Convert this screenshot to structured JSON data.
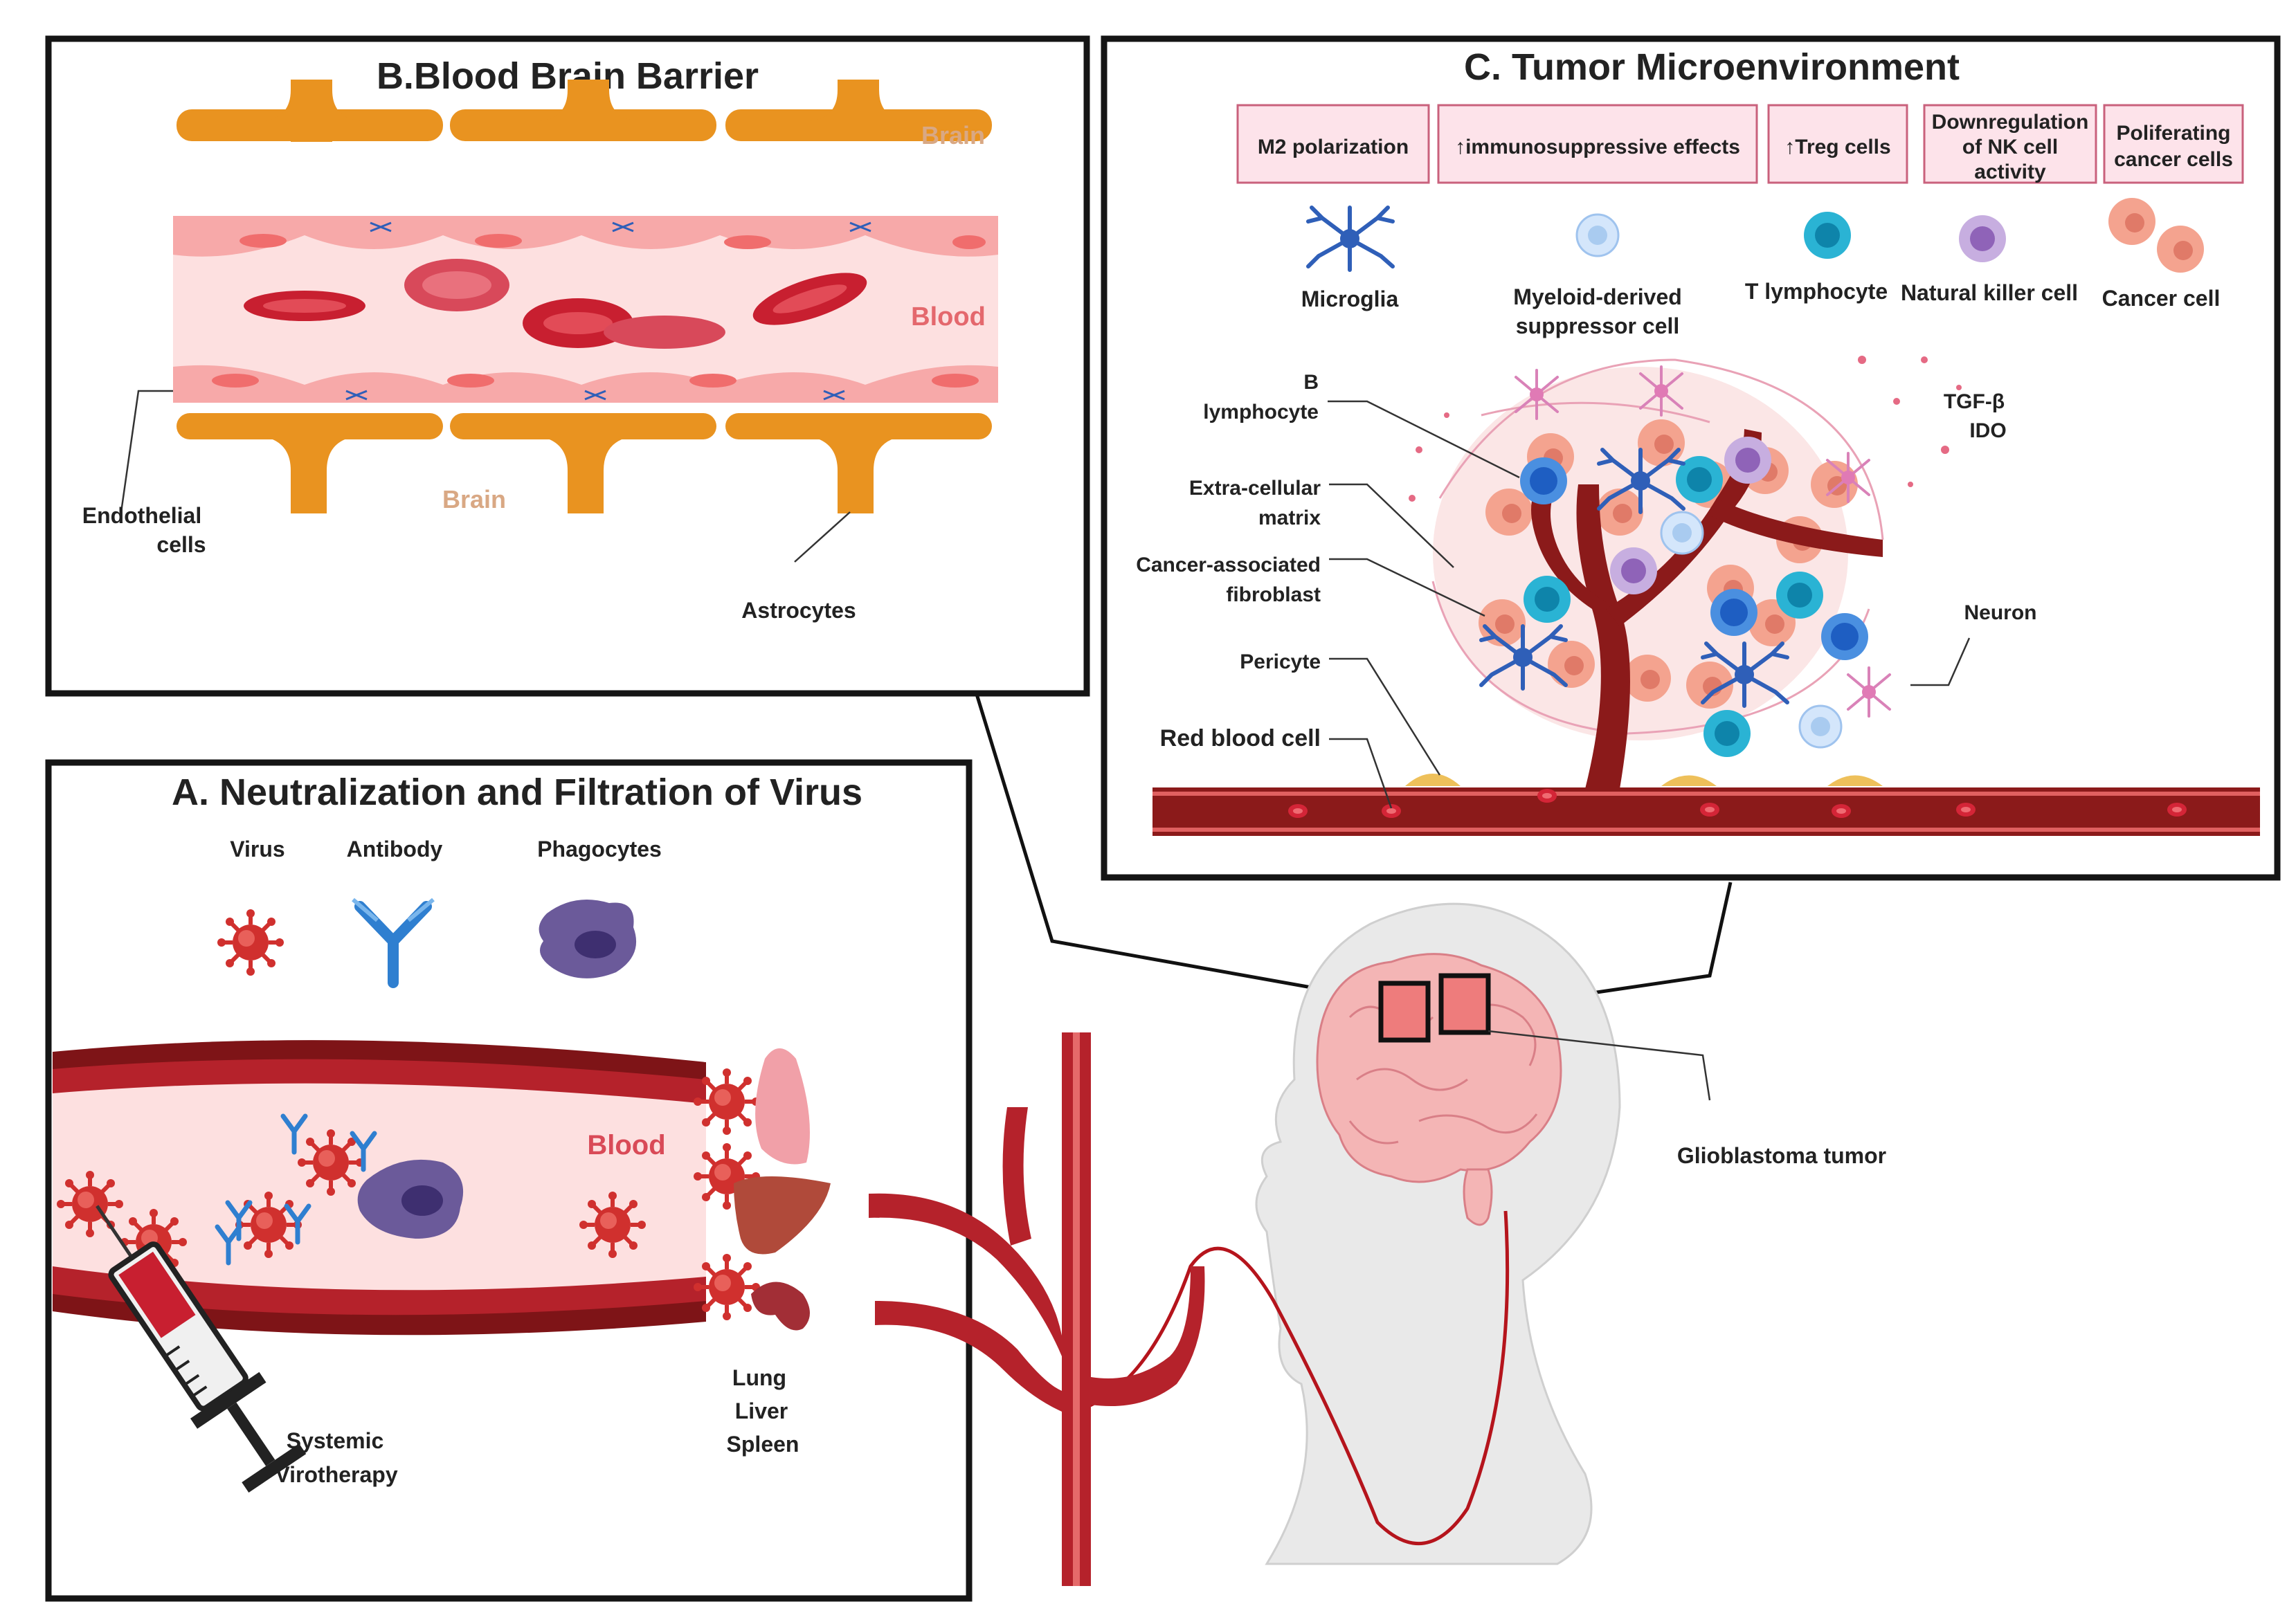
{
  "panel_a": {
    "title": "A. Neutralization and Filtration of Virus",
    "legend": {
      "virus": "Virus",
      "antibody": "Antibody",
      "phagocytes": "Phagocytes"
    },
    "blood_label": "Blood",
    "organs": [
      "Lung",
      "Liver",
      "Spleen"
    ],
    "therapy_lines": [
      "Systemic",
      "Virotherapy"
    ]
  },
  "panel_b": {
    "title": "B.Blood Brain Barrier",
    "brain_label": "Brain",
    "blood_label": "Blood",
    "endothelial_lines": [
      "Endothelial",
      "cells"
    ],
    "astrocytes_label": "Astrocytes"
  },
  "panel_c": {
    "title": "C. Tumor Microenvironment",
    "effects": [
      {
        "lines": [
          "M2 polarization"
        ]
      },
      {
        "lines": [
          "↑immunosuppressive effects"
        ]
      },
      {
        "lines": [
          "↑Treg cells"
        ]
      },
      {
        "lines": [
          "Downregulation",
          "of NK cell",
          "activity"
        ]
      },
      {
        "lines": [
          "Poliferating",
          "cancer cells"
        ]
      }
    ],
    "cells": [
      {
        "lines": [
          "Microglia"
        ]
      },
      {
        "lines": [
          "Myeloid-derived",
          "suppressor cell"
        ]
      },
      {
        "lines": [
          "T lymphocyte"
        ]
      },
      {
        "lines": [
          "Natural killer cell"
        ]
      },
      {
        "lines": [
          "Cancer cell"
        ]
      }
    ],
    "left_labels": [
      {
        "lines": [
          "B",
          "lymphocyte"
        ]
      },
      {
        "lines": [
          "Extra-cellular",
          "matrix"
        ]
      },
      {
        "lines": [
          "Cancer-associated",
          "fibroblast"
        ]
      },
      {
        "lines": [
          "Pericyte"
        ]
      },
      {
        "lines": [
          "Red blood cell"
        ]
      }
    ],
    "cytokine_lines": [
      "TGF-β",
      "IDO"
    ],
    "neuron_label": "Neuron"
  },
  "head": {
    "tumor_label": "Glioblastoma tumor"
  },
  "colors": {
    "frame": "#151515",
    "vessel_dark": "#8b1a1a",
    "vessel_mid": "#b5222b",
    "blood_fill": "#fde0e0",
    "virus_red": "#d0302e",
    "antibody_blue": "#2f7fd0",
    "phagocyte_purple": "#6b5a9a",
    "astrocyte_orange": "#e99320",
    "rbc_red": "#d42537",
    "effect_box_fill": "#fde3ea",
    "effect_box_stroke": "#c9617c",
    "brain_pink": "#f4b5b5",
    "skin_gray": "#e9e9e9"
  }
}
